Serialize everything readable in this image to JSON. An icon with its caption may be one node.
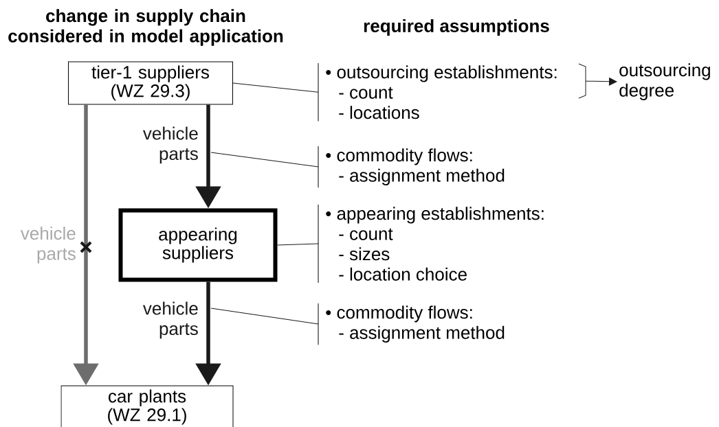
{
  "diagram": {
    "title": "change in supply chain considered in model application",
    "nodes": [
      {
        "text": [
          "tier-1 suppliers (WZ 29.3)"
        ]
      },
      {
        "text": [
          "• outsourcing establishments:",
          "- count",
          "- locations"
        ]
      },
      {
        "text": [
          "outsourcing degree"
        ]
      },
      {
        "text": [
          "• commodity flows:",
          "- assignment method"
        ]
      },
      {
        "text": [
          "appearing suppliers"
        ]
      },
      {
        "text": [
          "• appearing establishments:",
          "- count",
          "- sizes",
          "- location choice"
        ]
      },
      {
        "text": [
          "• commodity flows:",
          "- assignment method"
        ]
      },
      {
        "text": [
          "car plants (WZ 29.1)"
        ]
      }
    ],
    "edges": [
      {
        "from": 0,
        "to": 7,
        "arrow": "to",
        "label": "vehicle parts",
        "style": "thick",
        "color": "#6d6d6d"
      },
      {
        "from": 0,
        "to": 4,
        "arrow": "to",
        "label": "vehicle parts",
        "style": "thick"
      },
      {
        "from": 4,
        "to": 7,
        "arrow": "to",
        "label": "vehicle parts",
        "style": "thick"
      },
      {
        "from": 1,
        "to": 0,
        "arrow": "none"
      },
      {
        "from": 3,
        "to": null,
        "arrow": "none"
      },
      {
        "from": 5,
        "to": 4,
        "arrow": "none"
      },
      {
        "from": 6,
        "to": null,
        "arrow": "none"
      },
      {
        "from": 1,
        "to": 2,
        "arrow": "to"
      }
    ],
    "labels": [
      "required assumptions"
    ]
  }
}
